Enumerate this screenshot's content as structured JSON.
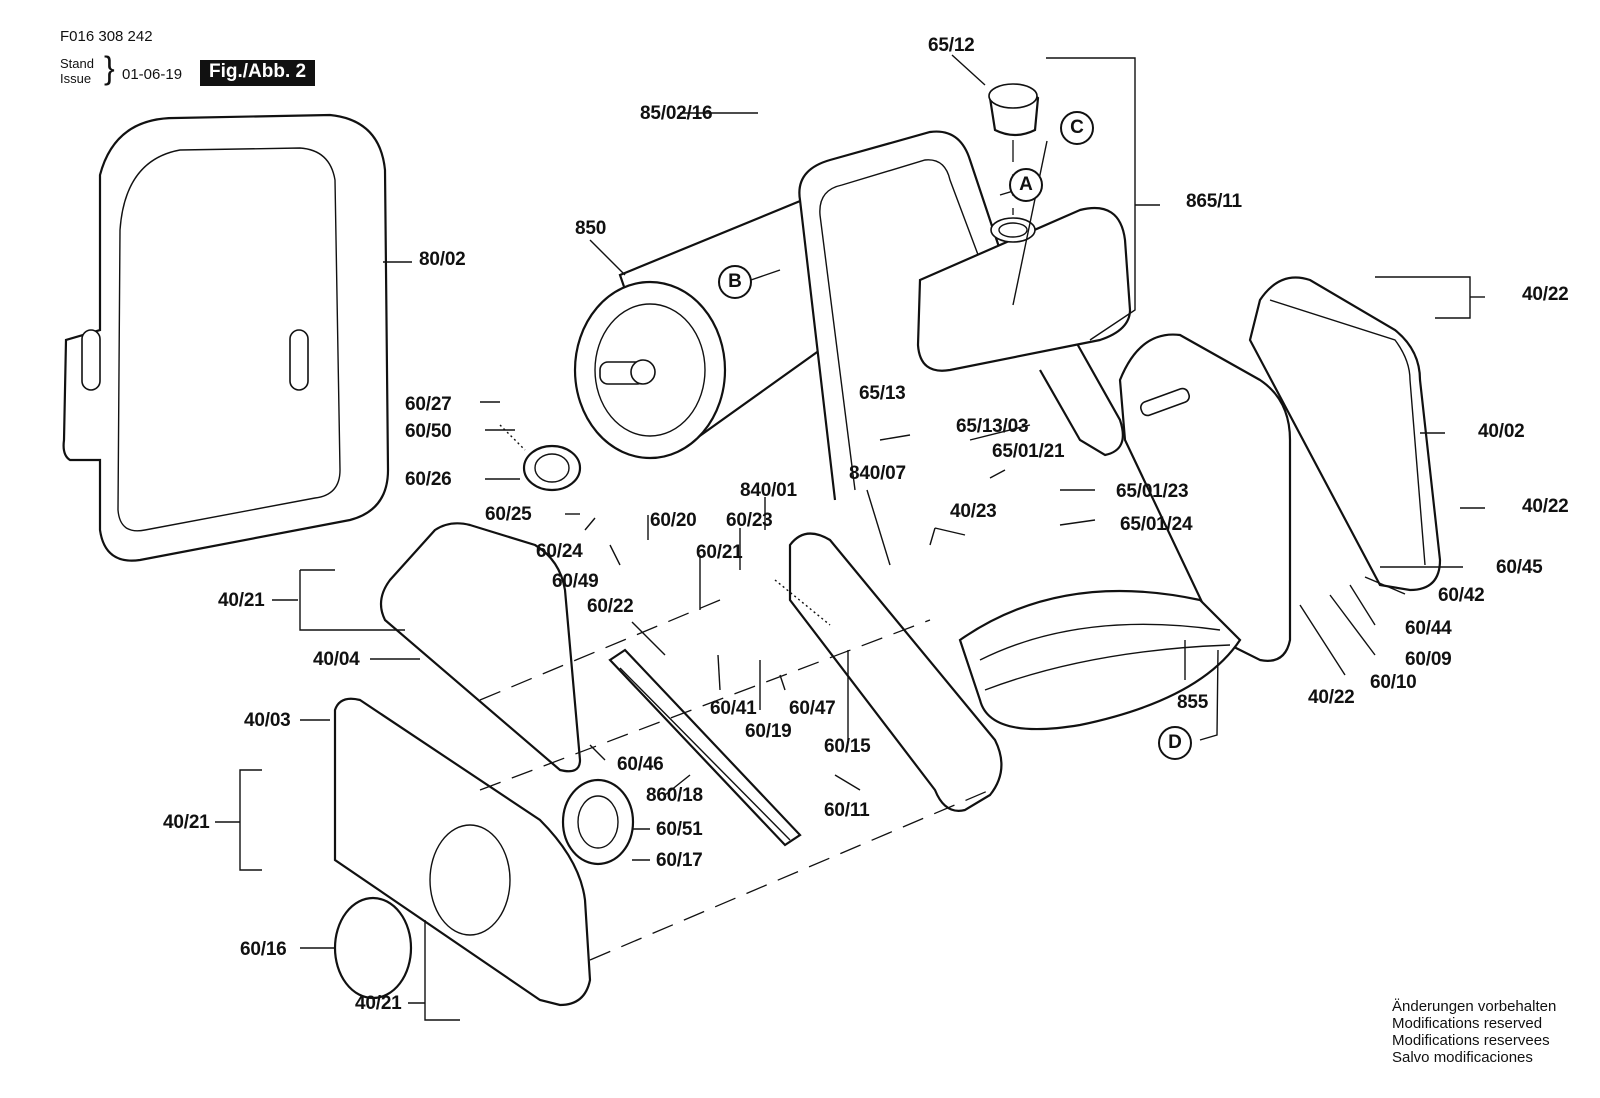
{
  "header": {
    "document_number": "F016 308 242",
    "stand_label": "Stand",
    "issue_label": "Issue",
    "date": "01-06-19",
    "figure_label": "Fig./Abb. 2"
  },
  "footer": {
    "notes": [
      "Änderungen vorbehalten",
      "Modifications reserved",
      "Modifications reservees",
      "Salvo modificaciones"
    ]
  },
  "callouts": [
    "A",
    "B",
    "C",
    "D"
  ],
  "parts": {
    "p65_12": "65/12",
    "p85_02_16": "85/02/16",
    "p850": "850",
    "p865_11": "865/11",
    "p80_02": "80/02",
    "p40_22_top": "40/22",
    "p40_02": "40/02",
    "p40_22_mid": "40/22",
    "p60_45": "60/45",
    "p60_42": "60/42",
    "p60_44": "60/44",
    "p60_09": "60/09",
    "p60_10": "60/10",
    "p40_22_low": "40/22",
    "p855": "855",
    "p60_27": "60/27",
    "p60_50": "60/50",
    "p60_26": "60/26",
    "p60_25": "60/25",
    "p60_24": "60/24",
    "p60_49": "60/49",
    "p60_20": "60/20",
    "p60_23": "60/23",
    "p60_21": "60/21",
    "p60_22": "60/22",
    "p840_01": "840/01",
    "p840_07": "840/07",
    "p65_13": "65/13",
    "p65_13_03": "65/13/03",
    "p65_01_21": "65/01/21",
    "p65_01_23": "65/01/23",
    "p65_01_24": "65/01/24",
    "p40_23": "40/23",
    "p40_21_a": "40/21",
    "p40_04": "40/04",
    "p40_03": "40/03",
    "p40_21_b": "40/21",
    "p60_16": "60/16",
    "p40_21_c": "40/21",
    "p60_46": "60/46",
    "p860_18": "860/18",
    "p60_41": "60/41",
    "p60_19": "60/19",
    "p60_47": "60/47",
    "p60_15": "60/15",
    "p60_11": "60/11",
    "p60_51": "60/51",
    "p60_17": "60/17"
  }
}
